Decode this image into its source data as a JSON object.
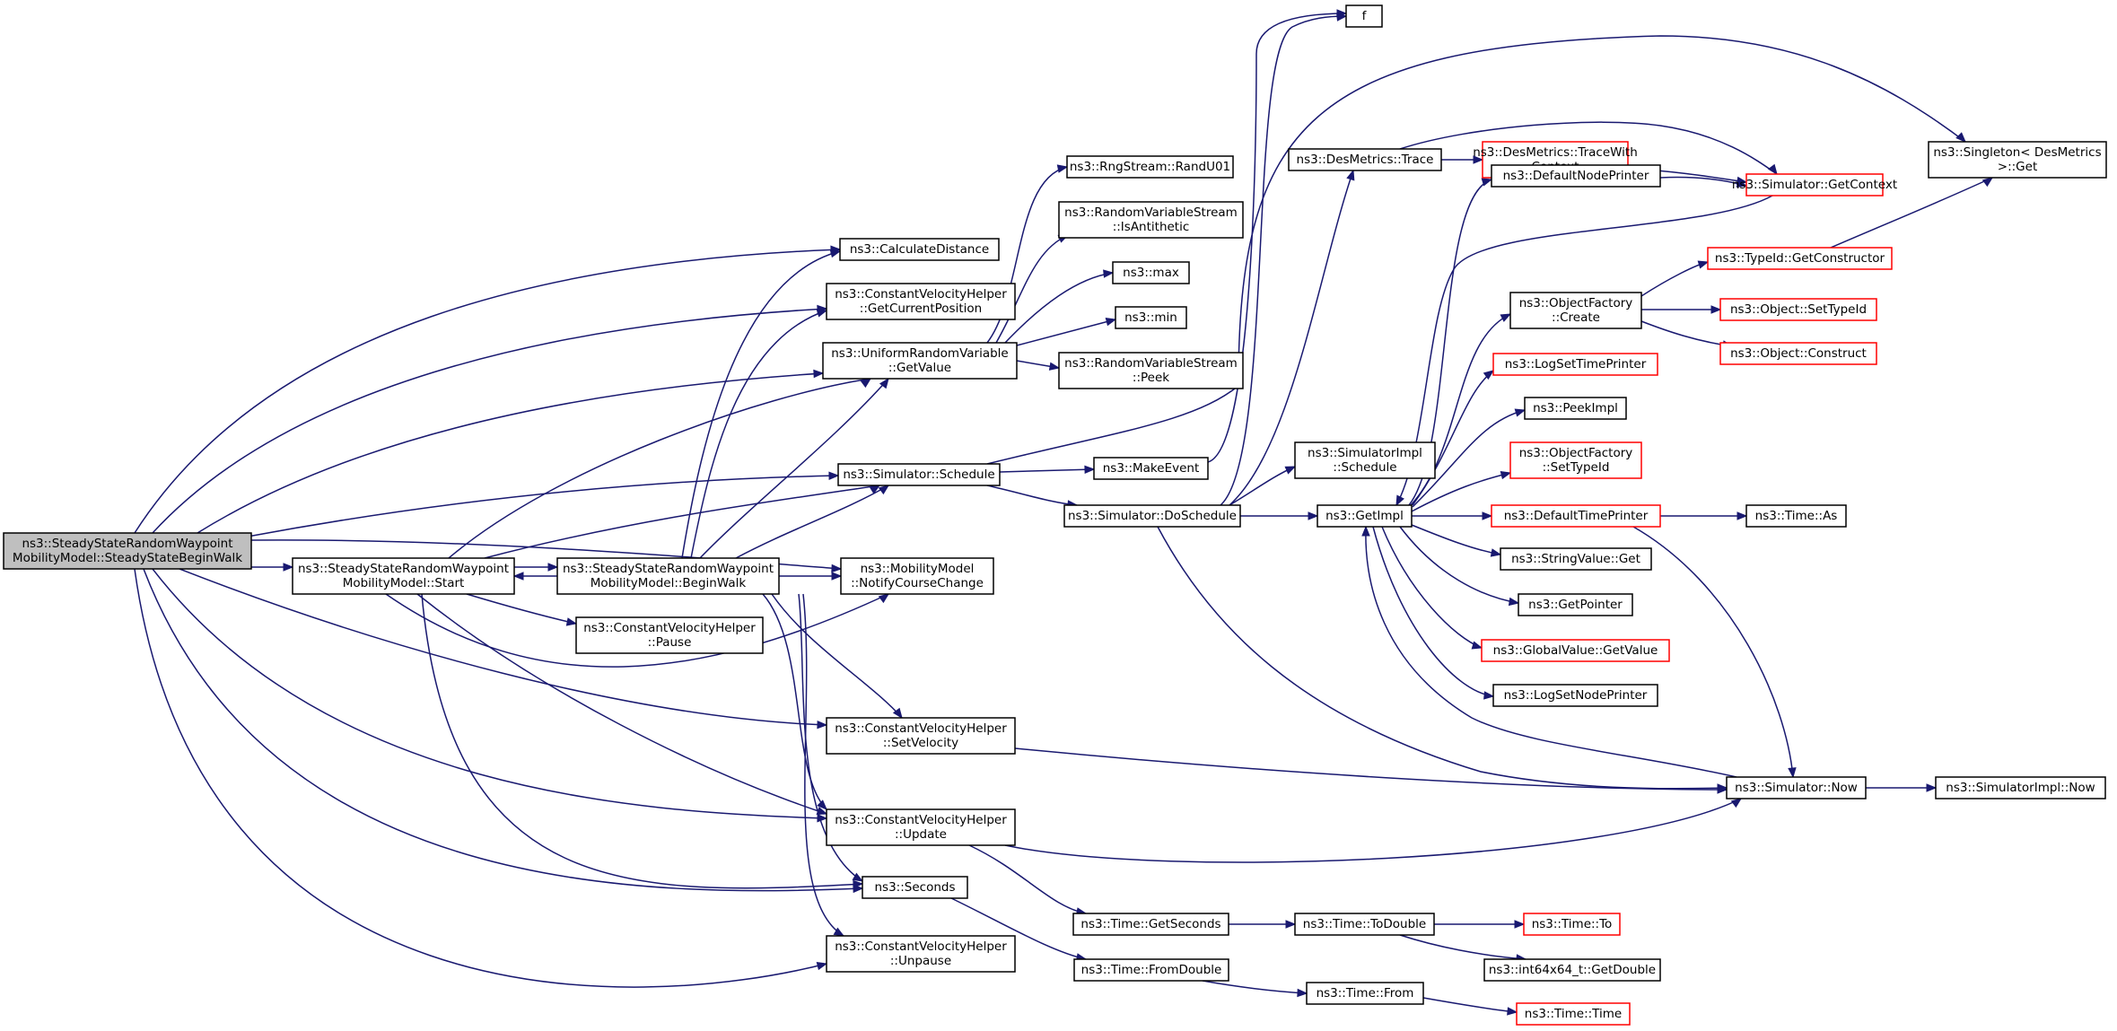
{
  "nodes": {
    "root": {
      "lines": [
        "ns3::SteadyStateRandomWaypoint",
        "MobilityModel::SteadyStateBeginWalk"
      ],
      "style": "root"
    },
    "start": {
      "lines": [
        "ns3::SteadyStateRandomWaypoint",
        "MobilityModel::Start"
      ]
    },
    "beginwalk": {
      "lines": [
        "ns3::SteadyStateRandomWaypoint",
        "MobilityModel::BeginWalk"
      ]
    },
    "calcdist": {
      "lines": [
        "ns3::CalculateDistance"
      ]
    },
    "getcurpos": {
      "lines": [
        "ns3::ConstantVelocityHelper",
        "::GetCurrentPosition"
      ]
    },
    "urvget": {
      "lines": [
        "ns3::UniformRandomVariable",
        "::GetValue"
      ]
    },
    "schedule": {
      "lines": [
        "ns3::Simulator::Schedule"
      ]
    },
    "notify": {
      "lines": [
        "ns3::MobilityModel",
        "::NotifyCourseChange"
      ]
    },
    "pause": {
      "lines": [
        "ns3::ConstantVelocityHelper",
        "::Pause"
      ]
    },
    "setvel": {
      "lines": [
        "ns3::ConstantVelocityHelper",
        "::SetVelocity"
      ]
    },
    "update": {
      "lines": [
        "ns3::ConstantVelocityHelper",
        "::Update"
      ]
    },
    "seconds": {
      "lines": [
        "ns3::Seconds"
      ]
    },
    "unpause": {
      "lines": [
        "ns3::ConstantVelocityHelper",
        "::Unpause"
      ]
    },
    "randu01": {
      "lines": [
        "ns3::RngStream::RandU01"
      ]
    },
    "isanti": {
      "lines": [
        "ns3::RandomVariableStream",
        "::IsAntithetic"
      ]
    },
    "max": {
      "lines": [
        "ns3::max"
      ]
    },
    "min": {
      "lines": [
        "ns3::min"
      ]
    },
    "peek": {
      "lines": [
        "ns3::RandomVariableStream",
        "::Peek"
      ]
    },
    "makeevent": {
      "lines": [
        "ns3::MakeEvent"
      ]
    },
    "dosched": {
      "lines": [
        "ns3::Simulator::DoSchedule"
      ]
    },
    "getsecs": {
      "lines": [
        "ns3::Time::GetSeconds"
      ]
    },
    "fromdbl": {
      "lines": [
        "ns3::Time::FromDouble"
      ]
    },
    "f": {
      "lines": [
        "f"
      ]
    },
    "trace": {
      "lines": [
        "ns3::DesMetrics::Trace"
      ]
    },
    "simimplsched": {
      "lines": [
        "ns3::SimulatorImpl",
        "::Schedule"
      ]
    },
    "getimpl": {
      "lines": [
        "ns3::GetImpl"
      ]
    },
    "todouble": {
      "lines": [
        "ns3::Time::ToDouble"
      ]
    },
    "timefrom": {
      "lines": [
        "ns3::Time::From"
      ]
    },
    "tracewithctx": {
      "lines": [
        "ns3::DesMetrics::TraceWith",
        "Context"
      ],
      "style": "red"
    },
    "defnodeprinter": {
      "lines": [
        "ns3::DefaultNodePrinter"
      ]
    },
    "ofcreate": {
      "lines": [
        "ns3::ObjectFactory",
        "::Create"
      ]
    },
    "logsettime": {
      "lines": [
        "ns3::LogSetTimePrinter"
      ],
      "style": "red"
    },
    "peekimpl": {
      "lines": [
        "ns3::PeekImpl"
      ]
    },
    "ofsettypeid": {
      "lines": [
        "ns3::ObjectFactory",
        "::SetTypeId"
      ],
      "style": "red"
    },
    "deftimeprinter": {
      "lines": [
        "ns3::DefaultTimePrinter"
      ],
      "style": "red"
    },
    "strvalget": {
      "lines": [
        "ns3::StringValue::Get"
      ]
    },
    "getpointer": {
      "lines": [
        "ns3::GetPointer"
      ]
    },
    "gvgetvalue": {
      "lines": [
        "ns3::GlobalValue::GetValue"
      ],
      "style": "red"
    },
    "logsetnode": {
      "lines": [
        "ns3::LogSetNodePrinter"
      ]
    },
    "simnow": {
      "lines": [
        "ns3::Simulator::Now"
      ]
    },
    "timeto": {
      "lines": [
        "ns3::Time::To"
      ],
      "style": "red"
    },
    "int64get": {
      "lines": [
        "ns3::int64x64_t::GetDouble"
      ]
    },
    "timetime": {
      "lines": [
        "ns3::Time::Time"
      ],
      "style": "red"
    },
    "getctx": {
      "lines": [
        "ns3::Simulator::GetContext"
      ],
      "style": "red"
    },
    "getctor": {
      "lines": [
        "ns3::TypeId::GetConstructor"
      ],
      "style": "red"
    },
    "objsettypeid": {
      "lines": [
        "ns3::Object::SetTypeId"
      ],
      "style": "red"
    },
    "objconstruct": {
      "lines": [
        "ns3::Object::Construct"
      ],
      "style": "red"
    },
    "timeas": {
      "lines": [
        "ns3::Time::As"
      ]
    },
    "singleton": {
      "lines": [
        "ns3::Singleton< DesMetrics",
        " >::Get"
      ]
    },
    "simimplnow": {
      "lines": [
        "ns3::SimulatorImpl::Now"
      ]
    }
  },
  "edges": [
    [
      "root",
      "calcdist"
    ],
    [
      "root",
      "getcurpos"
    ],
    [
      "root",
      "urvget"
    ],
    [
      "root",
      "schedule"
    ],
    [
      "root",
      "notify"
    ],
    [
      "root",
      "start"
    ],
    [
      "root",
      "setvel"
    ],
    [
      "root",
      "update"
    ],
    [
      "root",
      "seconds"
    ],
    [
      "root",
      "unpause"
    ],
    [
      "start",
      "urvget"
    ],
    [
      "start",
      "schedule"
    ],
    [
      "start",
      "beginwalk"
    ],
    [
      "start",
      "pause"
    ],
    [
      "start",
      "notify"
    ],
    [
      "start",
      "update"
    ],
    [
      "start",
      "seconds"
    ],
    [
      "beginwalk",
      "start"
    ],
    [
      "beginwalk",
      "calcdist"
    ],
    [
      "beginwalk",
      "getcurpos"
    ],
    [
      "beginwalk",
      "urvget"
    ],
    [
      "beginwalk",
      "schedule"
    ],
    [
      "beginwalk",
      "notify"
    ],
    [
      "beginwalk",
      "setvel"
    ],
    [
      "beginwalk",
      "update"
    ],
    [
      "beginwalk",
      "seconds"
    ],
    [
      "beginwalk",
      "unpause"
    ],
    [
      "urvget",
      "randu01"
    ],
    [
      "urvget",
      "isanti"
    ],
    [
      "urvget",
      "max"
    ],
    [
      "urvget",
      "min"
    ],
    [
      "urvget",
      "peek"
    ],
    [
      "schedule",
      "makeevent"
    ],
    [
      "schedule",
      "dosched"
    ],
    [
      "schedule",
      "singleton"
    ],
    [
      "setvel",
      "simnow"
    ],
    [
      "update",
      "simnow"
    ],
    [
      "update",
      "getsecs"
    ],
    [
      "seconds",
      "fromdbl"
    ],
    [
      "makeevent",
      "f"
    ],
    [
      "dosched",
      "f"
    ],
    [
      "dosched",
      "trace"
    ],
    [
      "dosched",
      "simimplsched"
    ],
    [
      "dosched",
      "getimpl"
    ],
    [
      "dosched",
      "simnow"
    ],
    [
      "getsecs",
      "todouble"
    ],
    [
      "fromdbl",
      "timefrom"
    ],
    [
      "trace",
      "tracewithctx"
    ],
    [
      "trace",
      "getctx"
    ],
    [
      "tracewithctx",
      "getctx"
    ],
    [
      "getimpl",
      "defnodeprinter"
    ],
    [
      "getimpl",
      "ofcreate"
    ],
    [
      "getimpl",
      "logsettime"
    ],
    [
      "getimpl",
      "peekimpl"
    ],
    [
      "getimpl",
      "ofsettypeid"
    ],
    [
      "getimpl",
      "deftimeprinter"
    ],
    [
      "getimpl",
      "strvalget"
    ],
    [
      "getimpl",
      "getpointer"
    ],
    [
      "getimpl",
      "gvgetvalue"
    ],
    [
      "getimpl",
      "logsetnode"
    ],
    [
      "defnodeprinter",
      "getctx"
    ],
    [
      "getctx",
      "getimpl"
    ],
    [
      "ofcreate",
      "getctor"
    ],
    [
      "ofcreate",
      "objsettypeid"
    ],
    [
      "ofcreate",
      "objconstruct"
    ],
    [
      "getctor",
      "singleton"
    ],
    [
      "deftimeprinter",
      "timeas"
    ],
    [
      "deftimeprinter",
      "simnow"
    ],
    [
      "simnow",
      "getimpl"
    ],
    [
      "simnow",
      "simimplnow"
    ],
    [
      "todouble",
      "timeto"
    ],
    [
      "todouble",
      "int64get"
    ],
    [
      "timefrom",
      "timetime"
    ]
  ]
}
